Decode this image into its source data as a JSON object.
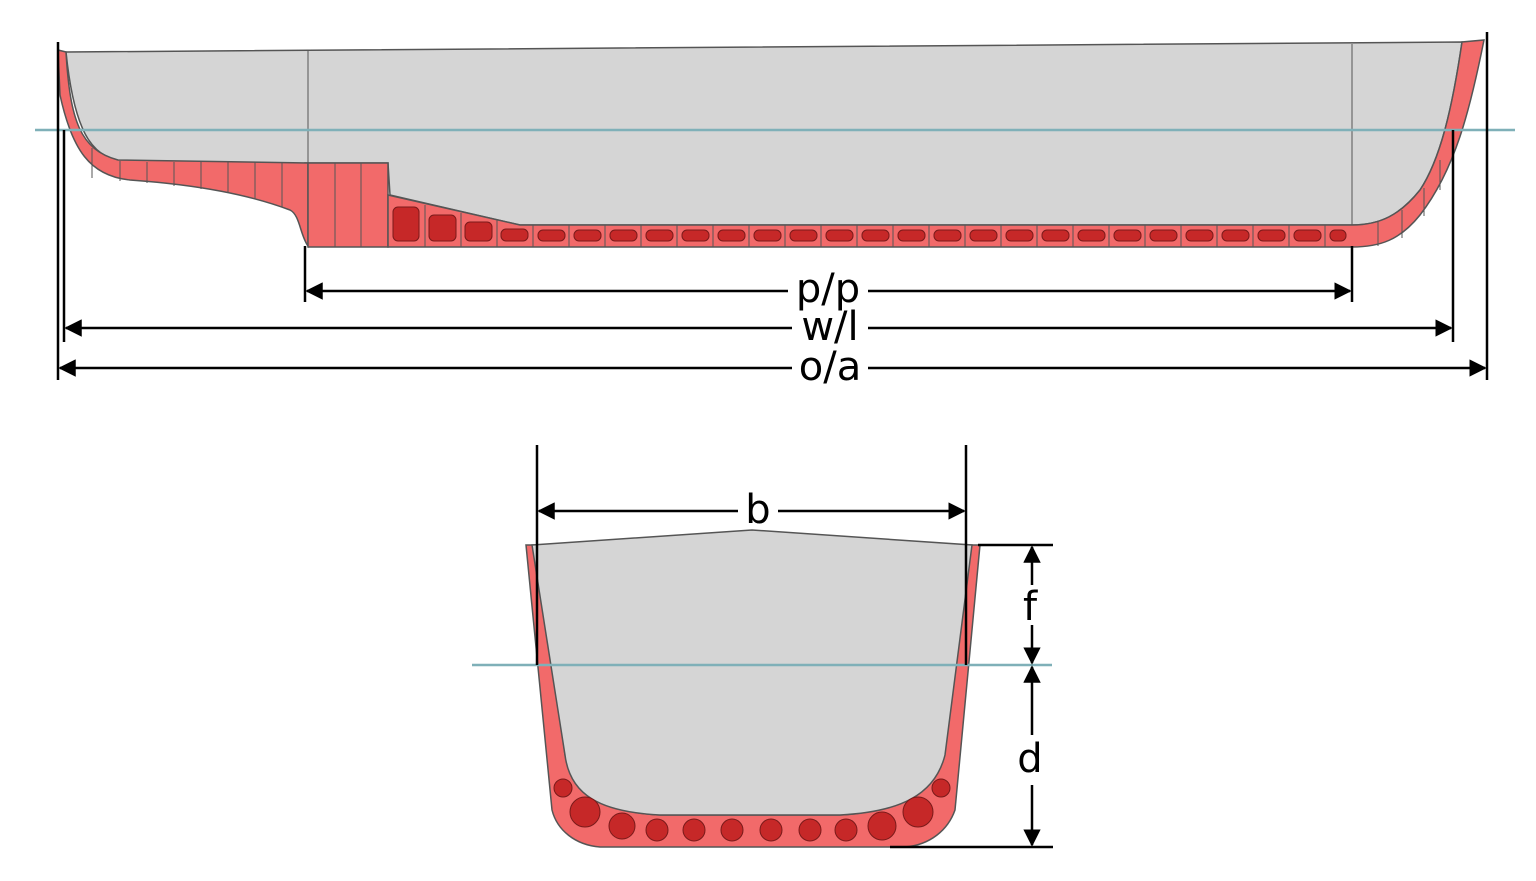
{
  "labels": {
    "pp": "p/p",
    "wl": "w/l",
    "oa": "o/a",
    "b": "b",
    "f": "f",
    "d": "d"
  },
  "colors": {
    "hull_interior": "#d5d5d5",
    "hull_shell": "#f26a6a",
    "tank": "#c62828",
    "waterline": "#7fb0b8",
    "dimension_line": "#000000"
  }
}
